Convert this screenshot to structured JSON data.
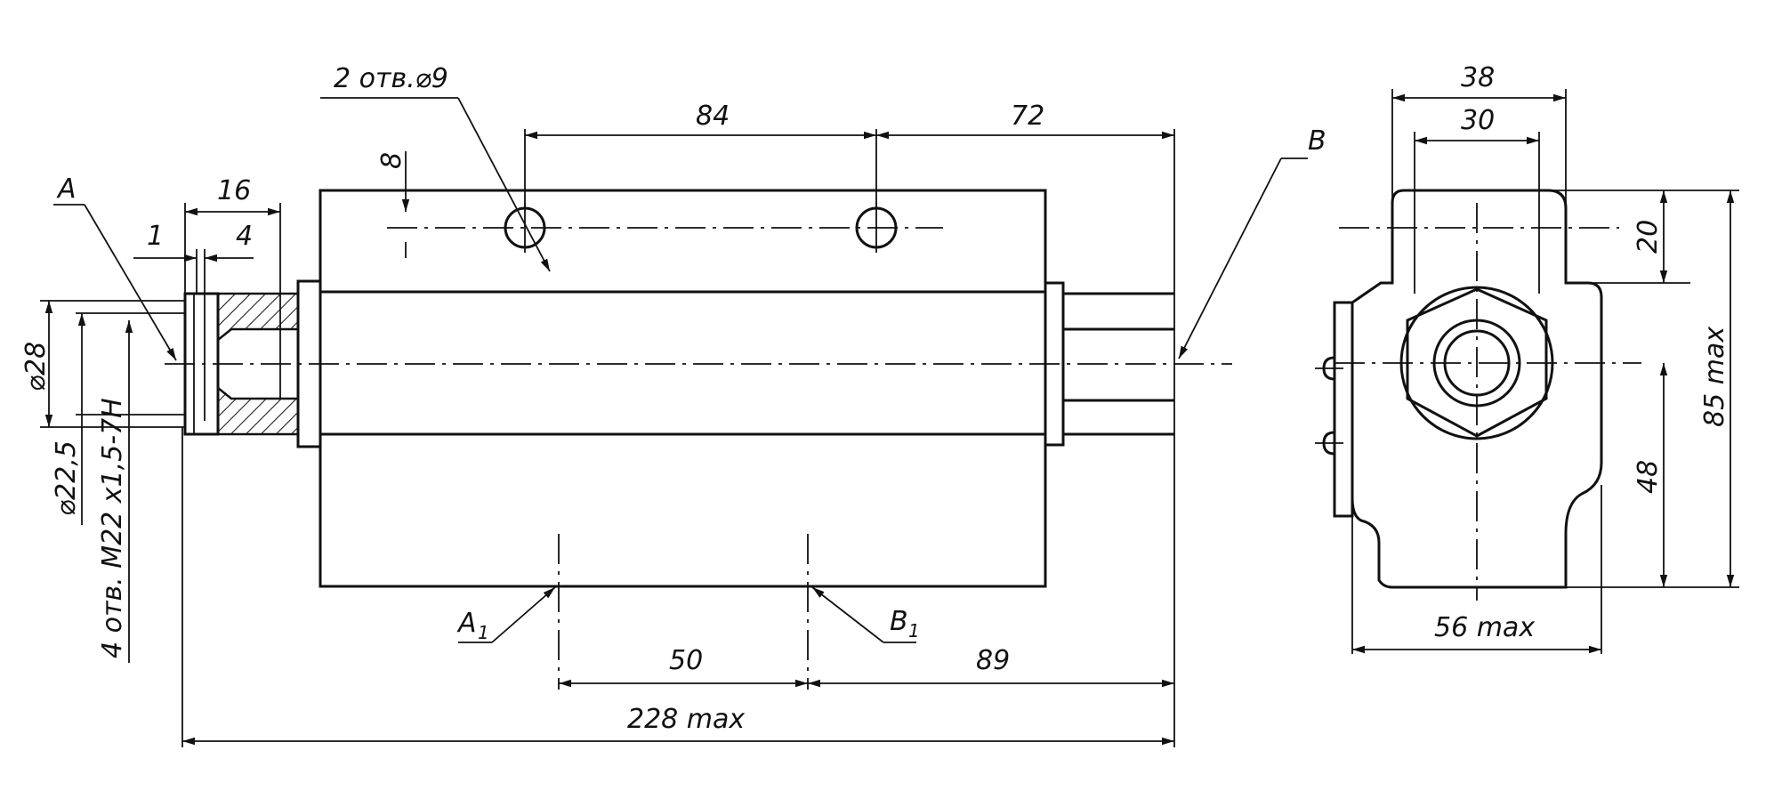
{
  "drawing": {
    "views": [
      "front-view",
      "side-view"
    ]
  },
  "labels": {
    "holes_top": "2 отв.⌀9",
    "section_a": "A",
    "section_b": "B",
    "port_a1": "A",
    "port_a1_sub": "1",
    "port_b1": "B",
    "port_b1_sub": "1",
    "thread_note": "4 отв. M22 x1,5-7H"
  },
  "dimensions": {
    "d84": "84",
    "d72": "72",
    "d8": "8",
    "d16": "16",
    "d1": "1",
    "d4": "4",
    "dia28": "⌀28",
    "dia22_5": "⌀22,5",
    "d50": "50",
    "d89": "89",
    "d228": "228  max",
    "d38": "38",
    "d30": "30",
    "d20": "20",
    "d85": "85 max",
    "d48": "48",
    "d56": "56 max"
  }
}
